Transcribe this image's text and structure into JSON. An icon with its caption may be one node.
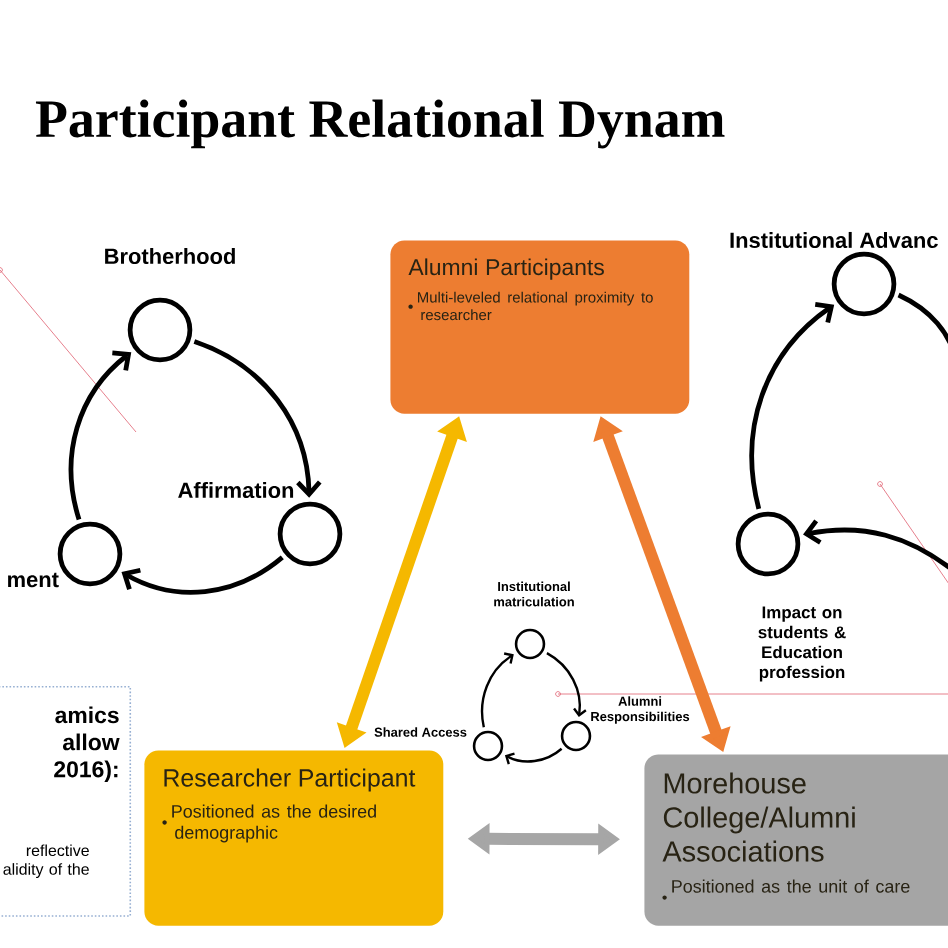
{
  "diagram": {
    "title": "Participant Relational Dynam",
    "nodes": [
      {
        "text": [
          "Brotherhood"
        ]
      },
      {
        "text": [
          "Affirmation"
        ]
      },
      {
        "text": [
          "ment"
        ]
      },
      {
        "text": [
          "Alumni Participants",
          "Multi-leveled relational proximity to researcher"
        ]
      },
      {
        "text": [
          "Institutional Advanc"
        ]
      },
      {
        "text": [
          "Impact on students & Education profession"
        ]
      },
      {
        "text": [
          "Institutional matriculation"
        ]
      },
      {
        "text": [
          "Alumni Responsibilities"
        ]
      },
      {
        "text": [
          "Shared Access"
        ]
      },
      {
        "text": [
          "amics allow 2016):",
          "reflective alidity of the"
        ]
      },
      {
        "text": [
          "Researcher Participant",
          "Positioned as the desired demographic"
        ]
      },
      {
        "text": [
          "Morehouse College/Alumni Associations",
          "Positioned as the unit of care"
        ]
      }
    ],
    "edges": [
      {
        "from": 0,
        "to": 1,
        "arrow": "to"
      },
      {
        "from": 1,
        "to": 2,
        "arrow": "to"
      },
      {
        "from": 2,
        "to": 0,
        "arrow": "to"
      },
      {
        "from": 5,
        "to": 4,
        "arrow": "to"
      },
      {
        "from": 4,
        "to": null,
        "arrow": "none"
      },
      {
        "from": null,
        "to": 5,
        "arrow": "to"
      },
      {
        "from": 6,
        "to": 7,
        "arrow": "to"
      },
      {
        "from": 7,
        "to": 8,
        "arrow": "to"
      },
      {
        "from": 8,
        "to": 6,
        "arrow": "to"
      },
      {
        "from": 3,
        "to": 10,
        "arrow": "both",
        "style": "thick",
        "color": "#f5b800"
      },
      {
        "from": 3,
        "to": 11,
        "arrow": "both",
        "style": "thick",
        "color": "#ed7d31"
      },
      {
        "from": 10,
        "to": 11,
        "arrow": "both",
        "style": "thick",
        "color": "#a6a6a6"
      }
    ]
  }
}
